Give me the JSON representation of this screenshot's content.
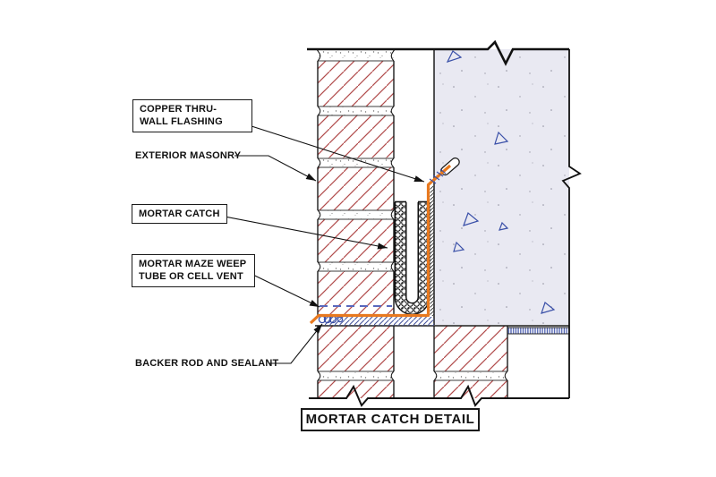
{
  "title": {
    "text": "MORTAR CATCH DETAIL"
  },
  "labels": {
    "copper_flashing": "COPPER THRU-WALL FLASHING",
    "exterior_masonry": "EXTERIOR MASONRY",
    "mortar_catch": "MORTAR CATCH",
    "weep_vent": "MORTAR MAZE WEEP TUBE OR CELL VENT",
    "backer_rod": "BACKER ROD AND SEALANT"
  },
  "colors": {
    "line": "#1c1c1c",
    "brick_hatch": "#b04a4a",
    "copper": "#e8791f",
    "blue_symbol": "#3a50a8",
    "weep_dash": "#5968bd",
    "concrete_fill": "#e9e9f2"
  }
}
